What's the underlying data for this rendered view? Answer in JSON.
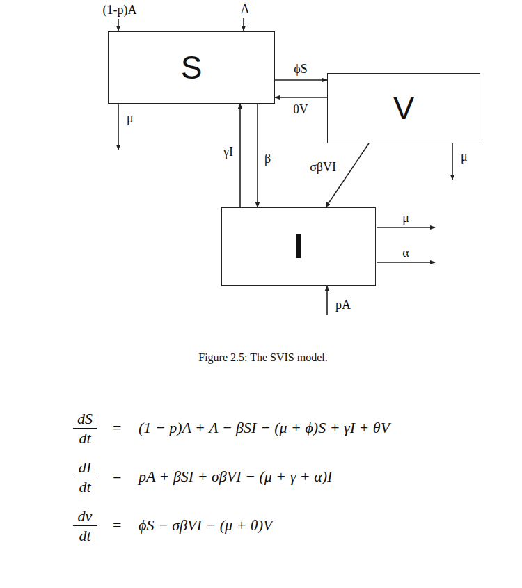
{
  "diagram": {
    "caption": "Figure 2.5: The SVIS model.",
    "nodes": [
      {
        "text": [
          "S"
        ]
      },
      {
        "text": [
          "V"
        ]
      },
      {
        "text": [
          "I"
        ]
      }
    ],
    "edges": [
      {
        "from": 0,
        "to": 1,
        "arrow": "to",
        "label": "ϕS"
      },
      {
        "from": 1,
        "to": 0,
        "arrow": "to",
        "label": "θV"
      },
      {
        "from": 1,
        "to": 2,
        "arrow": "to",
        "label": "σβVI"
      },
      {
        "from": 2,
        "to": 0,
        "arrow": "to",
        "label": "γI"
      },
      {
        "from": 0,
        "to": 2,
        "arrow": "to",
        "label": "β"
      }
    ],
    "labels": [
      "(1-p)A",
      "Λ",
      "μ",
      "μ",
      "μ",
      "α",
      "pA",
      "dS",
      "dt",
      "=",
      "(1 − p)A + Λ − βSI − (μ + ϕ)S + γI + θV",
      "dI",
      "dt",
      "=",
      "pA + βSI + σβVI − (μ + γ + α)I",
      "dv",
      "dt",
      "=",
      "ϕS − σβVI − (μ + θ)V"
    ]
  }
}
